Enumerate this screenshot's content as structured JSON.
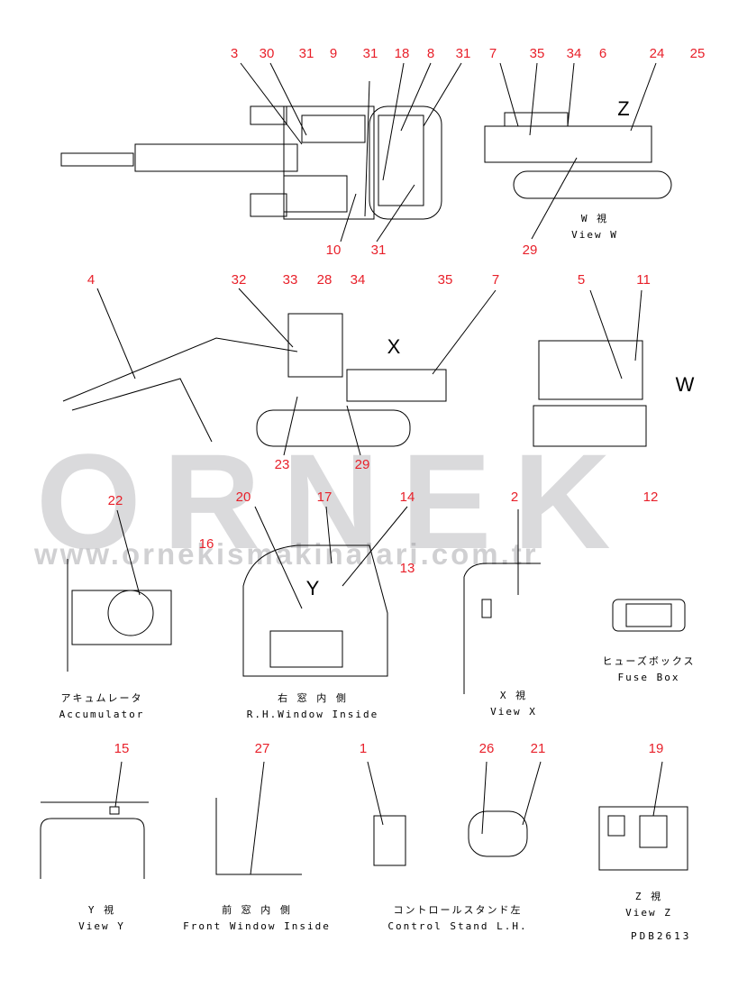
{
  "watermark": {
    "brand": "ORNEK",
    "url": "www.ornekismakinalari.com.tr"
  },
  "callouts": {
    "top": [
      "3",
      "30",
      "31",
      "9",
      "31",
      "18",
      "8",
      "31",
      "7",
      "35",
      "34",
      "6",
      "24",
      "25",
      "10",
      "31",
      "29"
    ],
    "side": [
      "4",
      "32",
      "33",
      "28",
      "34",
      "35",
      "7",
      "5",
      "11",
      "23",
      "29"
    ],
    "mid": [
      "22",
      "20",
      "17",
      "14",
      "2",
      "12",
      "16",
      "13"
    ],
    "bottom": [
      "15",
      "27",
      "1",
      "26",
      "21",
      "19"
    ]
  },
  "view_markers": {
    "x": "X",
    "y": "Y",
    "z": "Z",
    "w": "W"
  },
  "captions": {
    "view_w_jp": "W 視",
    "view_w": "View W",
    "accumulator_jp": "アキュムレータ",
    "accumulator": "Accumulator",
    "rh_window_jp": "右 窓 内 側",
    "rh_window": "R.H.Window Inside",
    "view_x_jp": "X  視",
    "view_x": "View X",
    "fuse_box_jp": "ヒューズボックス",
    "fuse_box": "Fuse Box",
    "view_y_jp": "Y  視",
    "view_y": "View Y",
    "front_window_jp": "前 窓 内 側",
    "front_window": "Front Window Inside",
    "control_stand_jp": "コントロールスタンド左",
    "control_stand": "Control Stand L.H.",
    "view_z_jp": "Z  視",
    "view_z": "View Z"
  },
  "drawing_code": "PDB2613",
  "colors": {
    "callout": "#e8202a",
    "line": "#000000"
  }
}
